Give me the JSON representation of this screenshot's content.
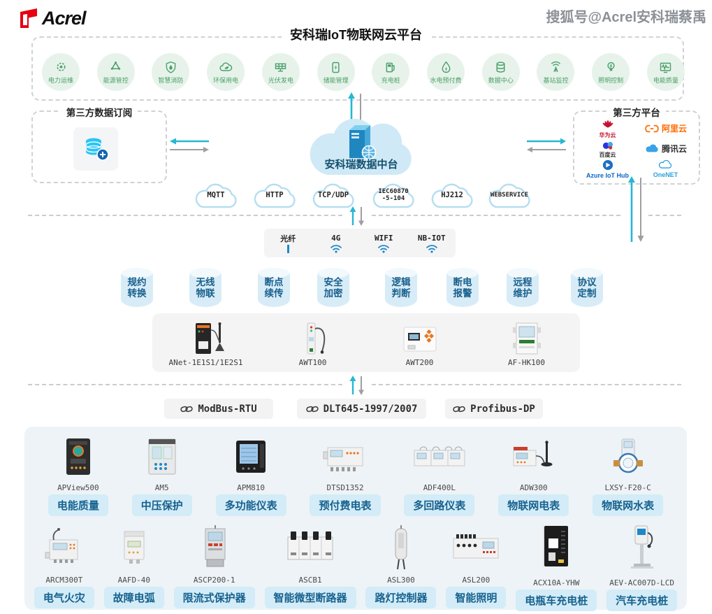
{
  "header": {
    "brand": "Acrel",
    "watermark": "搜狐号@Acrel安科瑞蔡禹"
  },
  "platform": {
    "title": "安科瑞IoT物联网云平台",
    "apps": [
      {
        "label": "电力运维",
        "icon": "power-ops"
      },
      {
        "label": "能源管控",
        "icon": "energy-mgmt"
      },
      {
        "label": "智慧消防",
        "icon": "fire-safety"
      },
      {
        "label": "环保用电",
        "icon": "eco-power"
      },
      {
        "label": "光伏发电",
        "icon": "solar"
      },
      {
        "label": "储能管理",
        "icon": "storage"
      },
      {
        "label": "充电桩",
        "icon": "ev-charger"
      },
      {
        "label": "水电预付费",
        "icon": "water-prepay"
      },
      {
        "label": "数据中心",
        "icon": "data-center"
      },
      {
        "label": "基站监控",
        "icon": "base-station"
      },
      {
        "label": "照明控制",
        "icon": "lighting"
      },
      {
        "label": "电能质量",
        "icon": "power-quality"
      }
    ]
  },
  "subscription_box": {
    "title": "第三方数据订阅",
    "icon": "database-plus"
  },
  "data_center_cloud": {
    "label": "安科瑞数据中台",
    "icon": "server-cloud"
  },
  "third_party_box": {
    "title": "第三方平台",
    "vendors": [
      {
        "name": "华为云"
      },
      {
        "name": "阿里云"
      },
      {
        "name": "百度云"
      },
      {
        "name": "腾讯云"
      },
      {
        "name": "Azure IoT Hub"
      },
      {
        "name": "OneNET"
      }
    ]
  },
  "protocol_clouds": [
    {
      "line1": "MQTT",
      "line2": ""
    },
    {
      "line1": "HTTP",
      "line2": ""
    },
    {
      "line1": "TCP/UDP",
      "line2": ""
    },
    {
      "line1": "IEC60870",
      "line2": "-5-104"
    },
    {
      "line1": "HJ212",
      "line2": ""
    },
    {
      "line1": "WEBSERVICE",
      "line2": ""
    }
  ],
  "networks": [
    {
      "label": "光纤",
      "icon": "fiber-line"
    },
    {
      "label": "4G",
      "icon": "wifi"
    },
    {
      "label": "WIFI",
      "icon": "wifi"
    },
    {
      "label": "NB-IOT",
      "icon": "wifi"
    }
  ],
  "features": [
    {
      "label": "规约转换"
    },
    {
      "label": "无线物联"
    },
    {
      "label": "断点续传"
    },
    {
      "label": "安全加密"
    },
    {
      "label": "逻辑判断"
    },
    {
      "label": "断电报警"
    },
    {
      "label": "远程维护"
    },
    {
      "label": "协议定制"
    }
  ],
  "gateways": [
    {
      "model": "ANet-1E1S1/1E2S1"
    },
    {
      "model": "AWT100"
    },
    {
      "model": "AWT200"
    },
    {
      "model": "AF-HK100"
    }
  ],
  "bus_protocols": [
    {
      "label": "ModBus-RTU"
    },
    {
      "label": "DLT645-1997/2007"
    },
    {
      "label": "Profibus-DP"
    }
  ],
  "products": {
    "row1": [
      {
        "model": "APView500",
        "category": "电能质量"
      },
      {
        "model": "AM5",
        "category": "中压保护"
      },
      {
        "model": "APM810",
        "category": "多功能仪表"
      },
      {
        "model": "DTSD1352",
        "category": "预付费电表"
      },
      {
        "model": "ADF400L",
        "category": "多回路仪表"
      },
      {
        "model": "ADW300",
        "category": "物联网电表"
      },
      {
        "model": "LXSY-F20-C",
        "category": "物联网水表"
      }
    ],
    "row2": [
      {
        "model": "ARCM300T",
        "category": "电气火灾"
      },
      {
        "model": "AAFD-40",
        "category": "故障电弧"
      },
      {
        "model": "ASCP200-1",
        "category": "限流式保护器"
      },
      {
        "model": "ASCB1",
        "category": "智能微型断路器"
      },
      {
        "model": "ASL300",
        "category": "路灯控制器"
      },
      {
        "model": "ASL200",
        "category": "智能照明"
      },
      {
        "model": "ACX10A-YHW",
        "category": "电瓶车充电桩"
      },
      {
        "model": "AEV-AC007D-LCD",
        "category": "汽车充电桩"
      }
    ]
  },
  "colors": {
    "app_green": "#4BA06C",
    "arrow_cyan": "#25B7D3",
    "arrow_gray": "#9E9EA3",
    "cloud_blue": "#CFE9F7",
    "badge_bg": "#D3ECF7",
    "badge_text": "#17618E",
    "cylinder_blue": "#D8ECF7",
    "wifi_blue": "#1E88C7",
    "brand_red": "#E60012"
  }
}
